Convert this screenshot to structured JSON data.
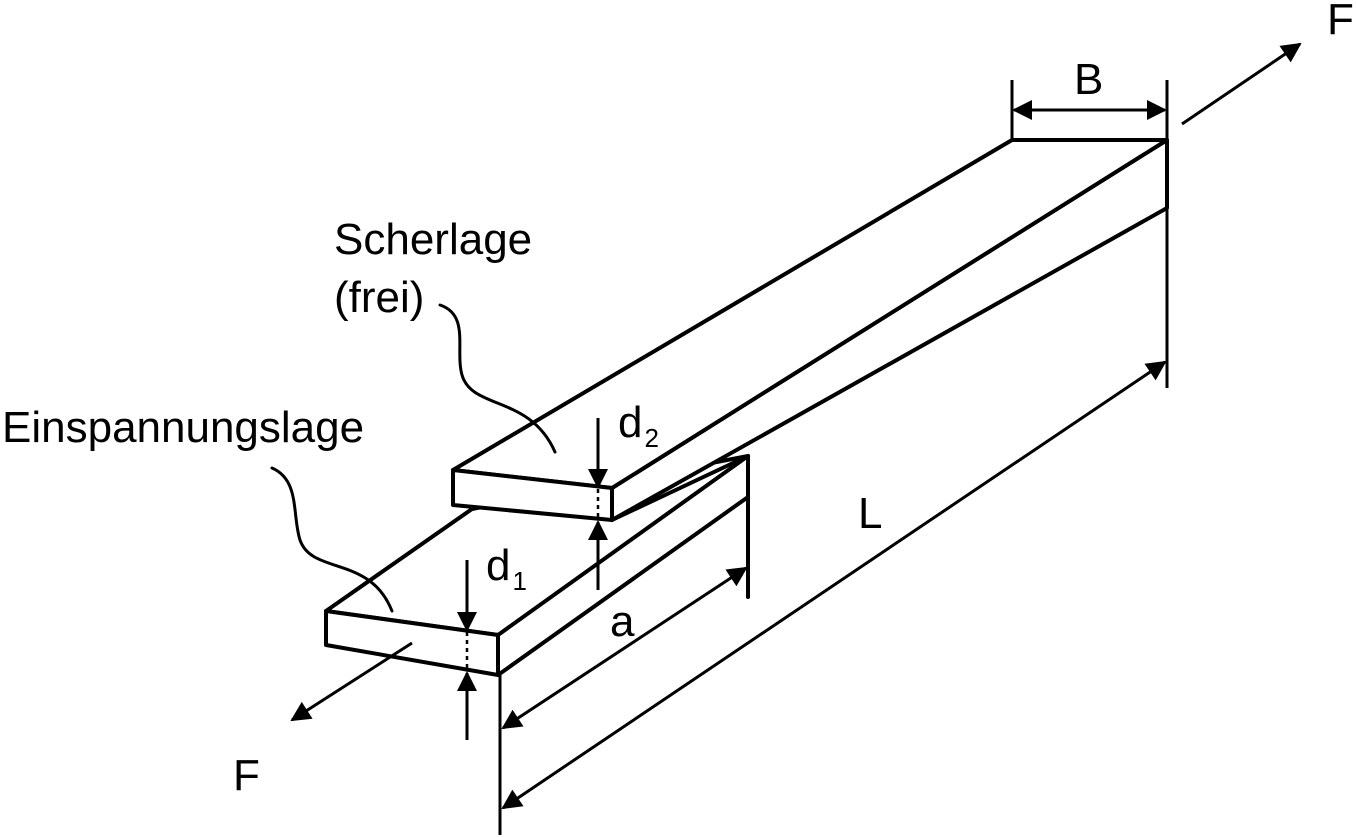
{
  "labels": {
    "force_top": "F",
    "force_bottom": "F",
    "width": "B",
    "length": "L",
    "overlap": "a",
    "d2_main": "d",
    "d2_sub": "2",
    "d1_main": "d",
    "d1_sub": "1",
    "shear_layer_line1": "Scherlage",
    "shear_layer_line2": "(frei)",
    "clamp_layer": "Einspannungslage"
  }
}
